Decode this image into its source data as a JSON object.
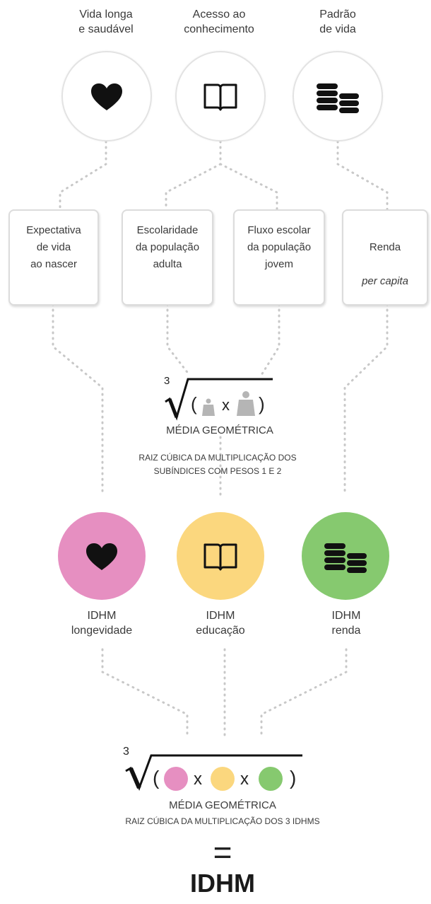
{
  "dimensions": [
    {
      "title": "Vida longa\ne saudável",
      "icon": "heart-icon"
    },
    {
      "title": "Acesso ao\nconhecimento",
      "icon": "book-icon"
    },
    {
      "title": "Padrão\nde vida",
      "icon": "coins-icon"
    }
  ],
  "indicators": [
    {
      "text": "Expectativa\nde vida\nao nascer"
    },
    {
      "text": "Escolaridade\nda população\nadulta"
    },
    {
      "text": "Fluxo escolar\nda população\njovem"
    },
    {
      "line1": "Renda",
      "line2": "per capita"
    }
  ],
  "formula1": {
    "index": "3",
    "open": "(",
    "x": "x",
    "close": ")",
    "title": "MÉDIA GEOMÉTRICA",
    "desc": "RAIZ CÚBICA DA MULTIPLICAÇÃO DOS\nSUBÍNDICES COM PESOS 1 E 2"
  },
  "sub_indices": [
    {
      "label": "IDHM\nlongevidade",
      "color": "#e68fc1",
      "icon": "heart-icon"
    },
    {
      "label": "IDHM\neducação",
      "color": "#fbd77e",
      "icon": "book-icon"
    },
    {
      "label": "IDHM\nrenda",
      "color": "#86c96f",
      "icon": "coins-icon"
    }
  ],
  "formula2": {
    "index": "3",
    "open": "(",
    "x1": "x",
    "x2": "x",
    "close": ")",
    "title": "MÉDIA GEOMÉTRICA",
    "desc": "RAIZ CÚBICA DA MULTIPLICAÇÃO DOS 3 IDHMS"
  },
  "equals": "=",
  "result": "IDHM",
  "colors": {
    "line": "#c9c9c9",
    "text": "#3a3a3a",
    "weight": "#b5b5b5"
  }
}
